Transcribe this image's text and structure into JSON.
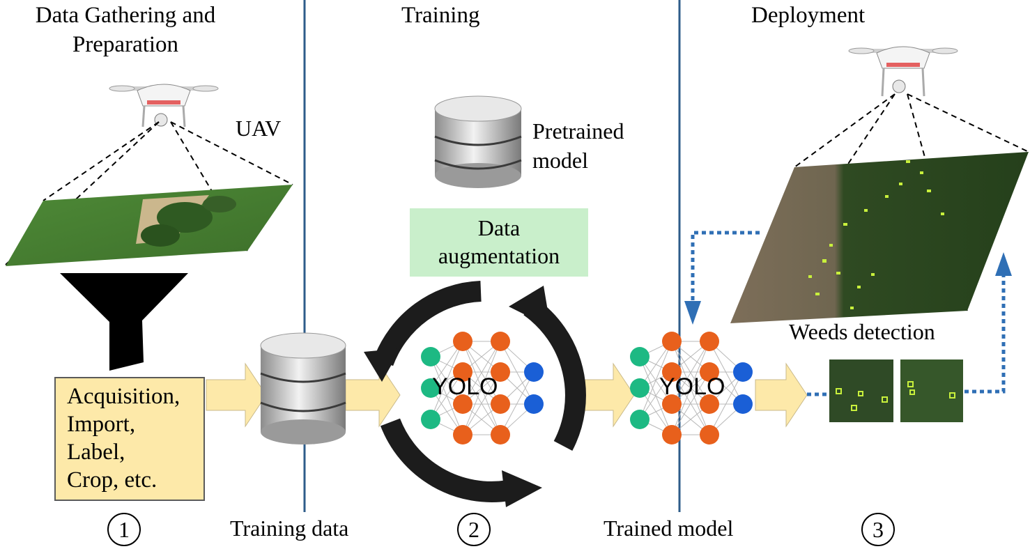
{
  "sections": {
    "gathering": "Data Gathering and",
    "gathering_line2": "Preparation",
    "training": "Training",
    "deployment": "Deployment"
  },
  "labels": {
    "uav": "UAV",
    "pretrained_line1": "Pretrained",
    "pretrained_line2": "model",
    "augmentation_line1": "Data",
    "augmentation_line2": "augmentation",
    "weeds_detection": "Weeds detection",
    "training_data": "Training data",
    "trained_model": "Trained model",
    "yolo_training": "YOLO",
    "yolo_deployed": "YOLO"
  },
  "prep_steps": [
    "Acquisition,",
    "Import,",
    "Label,",
    "Crop, etc."
  ],
  "step_numbers": [
    "1",
    "2",
    "3"
  ],
  "colors": {
    "divider": "#2e5c8a",
    "arrow_fill": "#fde9a9",
    "dotted_arrow": "#2f6fb5",
    "node_green": "#1db983",
    "node_orange": "#e8601c",
    "node_blue": "#1a5fd6",
    "augmentation_bg": "#c9efcb",
    "steps_bg": "#fde9a9"
  },
  "icons": [
    "drone-icon",
    "database-icon",
    "funnel-icon",
    "cycle-arrows-icon",
    "neural-network-icon"
  ]
}
